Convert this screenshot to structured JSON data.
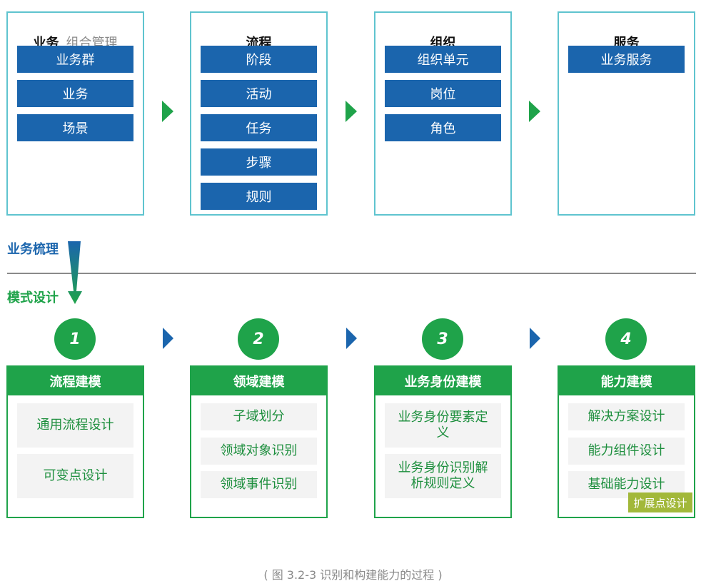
{
  "top": [
    {
      "title": "业务",
      "subtitle": "组合管理",
      "items": [
        "业务群",
        "业务",
        "场景"
      ]
    },
    {
      "title": "流程",
      "subtitle": "",
      "items": [
        "阶段",
        "活动",
        "任务",
        "步骤",
        "规则"
      ]
    },
    {
      "title": "组织",
      "subtitle": "",
      "items": [
        "组织单元",
        "岗位",
        "角色"
      ]
    },
    {
      "title": "服务",
      "subtitle": "",
      "items": [
        "业务服务"
      ]
    }
  ],
  "labels": {
    "upper": "业务梳理",
    "lower": "模式设计"
  },
  "bottom": [
    {
      "number": "1",
      "title": "流程建模",
      "items": [
        "通用流程设计",
        "可变点设计"
      ]
    },
    {
      "number": "2",
      "title": "领域建模",
      "items": [
        "子域划分",
        "领域对象识别",
        "领域事件识别"
      ]
    },
    {
      "number": "3",
      "title": "业务身份建模",
      "items": [
        "业务身份要素定义",
        "业务身份识别解析规则定义"
      ]
    },
    {
      "number": "4",
      "title": "能力建模",
      "items": [
        "解决方案设计",
        "能力组件设计",
        "基础能力设计"
      ],
      "tag": "扩展点设计"
    }
  ],
  "caption": "( 图 3.2-3 识别和构建能力的过程 )",
  "colors": {
    "blue": "#1b65ad",
    "green": "#1fa34a",
    "teal": "#5fc4cf",
    "olive": "#a2b83a"
  }
}
